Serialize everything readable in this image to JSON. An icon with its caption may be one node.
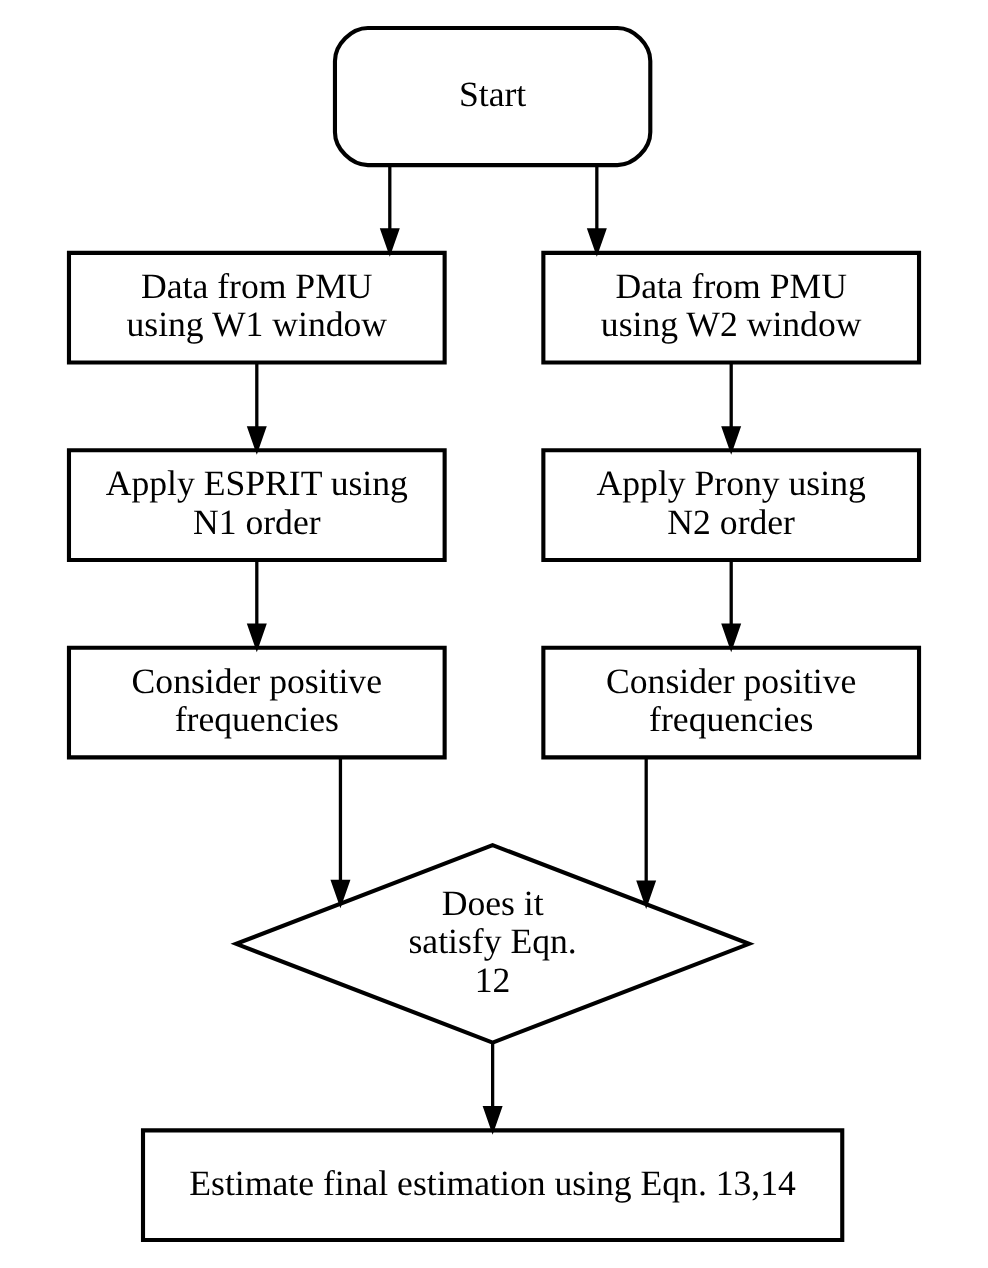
{
  "diagram": {
    "nodes": [
      {
        "text": [
          "Start"
        ]
      },
      {
        "text": [
          "Data from PMU using W1 window"
        ]
      },
      {
        "text": [
          "Data from PMU using W2 window"
        ]
      },
      {
        "text": [
          "Apply ESPRIT using N1 order"
        ]
      },
      {
        "text": [
          "Apply Prony using N2 order"
        ]
      },
      {
        "text": [
          "Consider positive frequencies"
        ]
      },
      {
        "text": [
          "Consider positive frequencies"
        ]
      },
      {
        "text": [
          "Does it satisfy Eqn. 12"
        ]
      },
      {
        "text": [
          "Estimate final estimation using Eqn. 13,14"
        ]
      }
    ],
    "edges": [
      {
        "from": 0,
        "to": 1,
        "arrow": "to"
      },
      {
        "from": 0,
        "to": 2,
        "arrow": "to"
      },
      {
        "from": 1,
        "to": 3,
        "arrow": "to"
      },
      {
        "from": 2,
        "to": 4,
        "arrow": "to"
      },
      {
        "from": 3,
        "to": 5,
        "arrow": "to"
      },
      {
        "from": 4,
        "to": 6,
        "arrow": "to"
      },
      {
        "from": 5,
        "to": 7,
        "arrow": "to"
      },
      {
        "from": 6,
        "to": 7,
        "arrow": "to"
      },
      {
        "from": 7,
        "to": 8,
        "arrow": "to"
      }
    ]
  }
}
